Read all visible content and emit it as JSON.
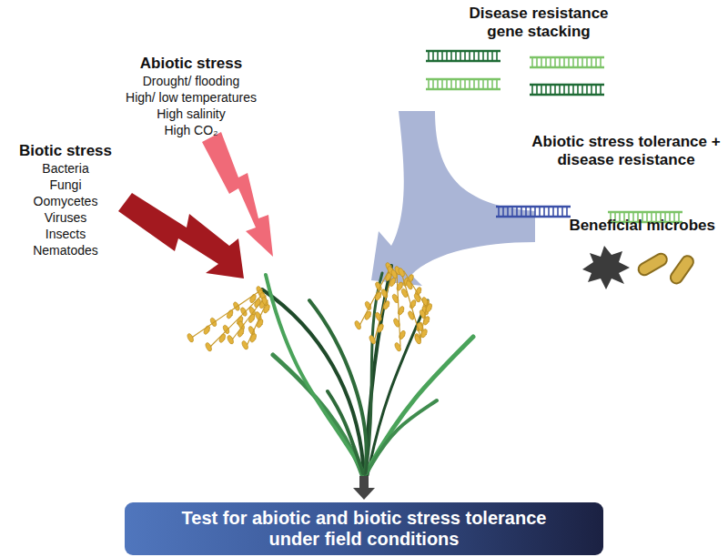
{
  "diagram": {
    "nodes": [
      {
        "text": [
          "Test for abiotic and biotic stress tolerance under field conditions"
        ]
      }
    ],
    "labels": [
      "Abiotic stress",
      "Drought/ flooding",
      "High/ low temperatures",
      "High salinity",
      "High CO₂",
      "Biotic stress",
      "Bacteria",
      "Fungi",
      "Oomycetes",
      "Viruses",
      "Insects",
      "Nematodes",
      "Disease resistance gene stacking",
      "Abiotic stress tolerance + disease resistance",
      "Beneficial microbes"
    ]
  }
}
